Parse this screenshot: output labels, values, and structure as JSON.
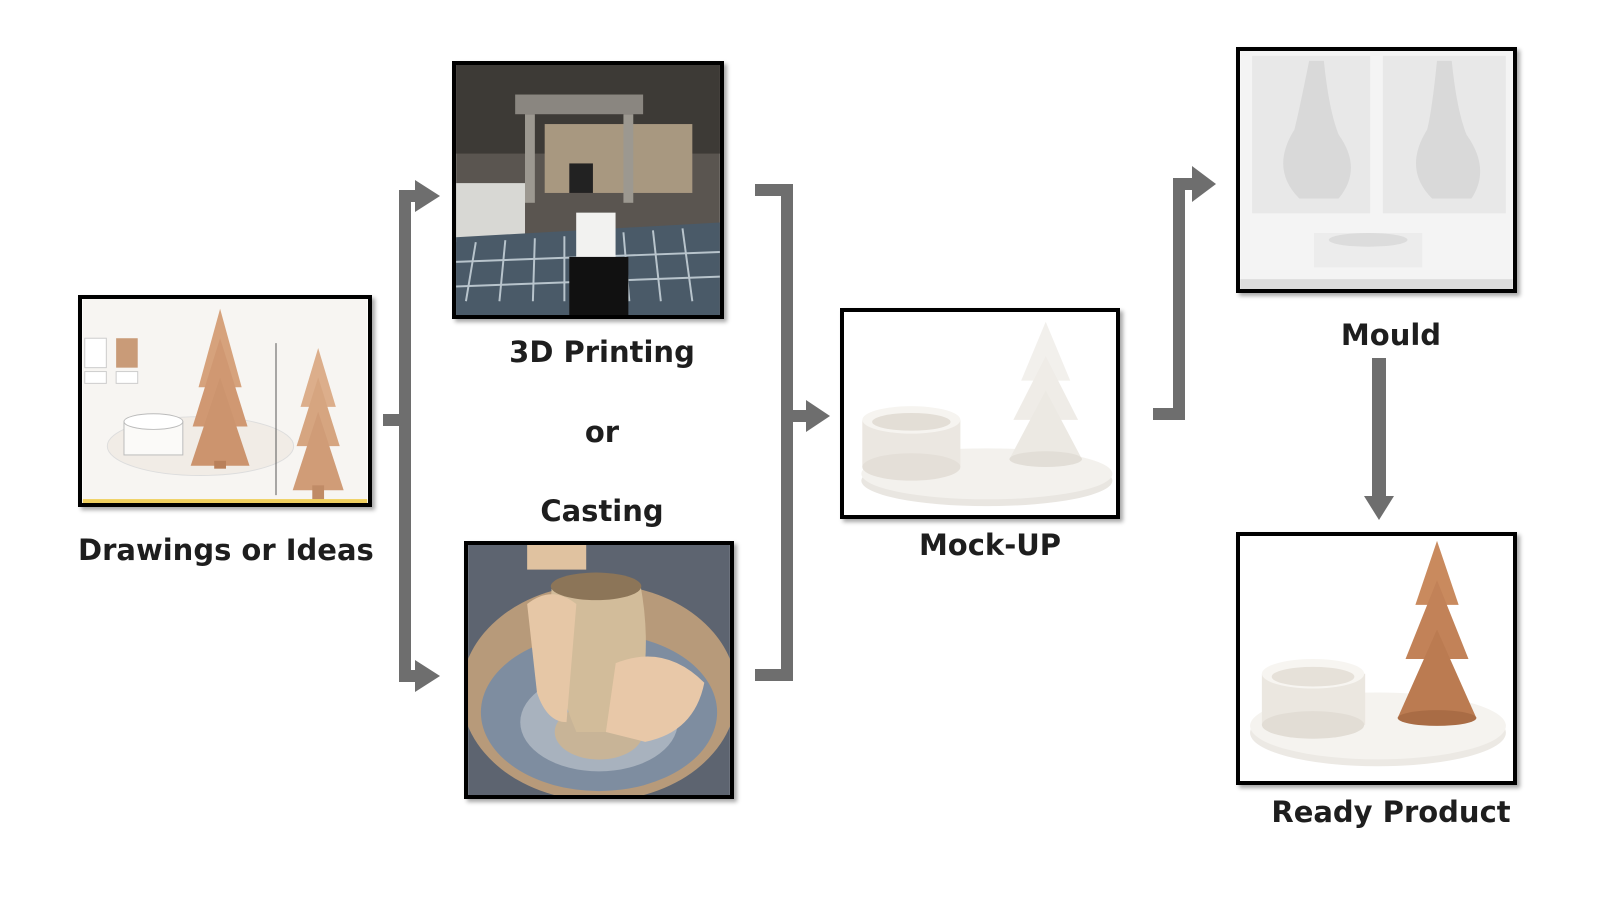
{
  "labels": {
    "drawings": "Drawings or Ideas",
    "printing": "3D Printing",
    "or": "or",
    "casting": "Casting",
    "mockup": "Mock-UP",
    "mould": "Mould",
    "ready": "Ready Product"
  },
  "colors": {
    "arrow": "#6e6e6e",
    "frame": "#000000",
    "text": "#1e1e1e"
  }
}
